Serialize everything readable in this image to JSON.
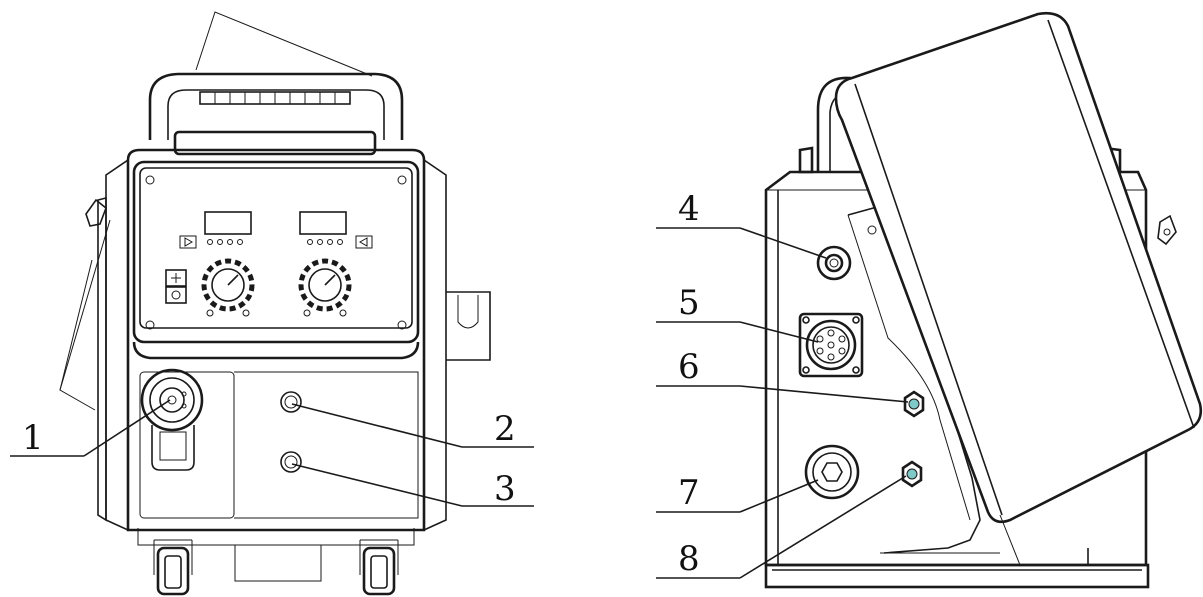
{
  "callouts": {
    "n1": "1",
    "n2": "2",
    "n3": "3",
    "n4": "4",
    "n5": "5",
    "n6": "6",
    "n7": "7",
    "n8": "8"
  },
  "colors": {
    "line": "#1a1a1a",
    "connector_accent": "#7fc9c9",
    "background": "#ffffff"
  },
  "icons": {
    "front_view": "welder-front-view",
    "side_view": "welder-side-view"
  }
}
